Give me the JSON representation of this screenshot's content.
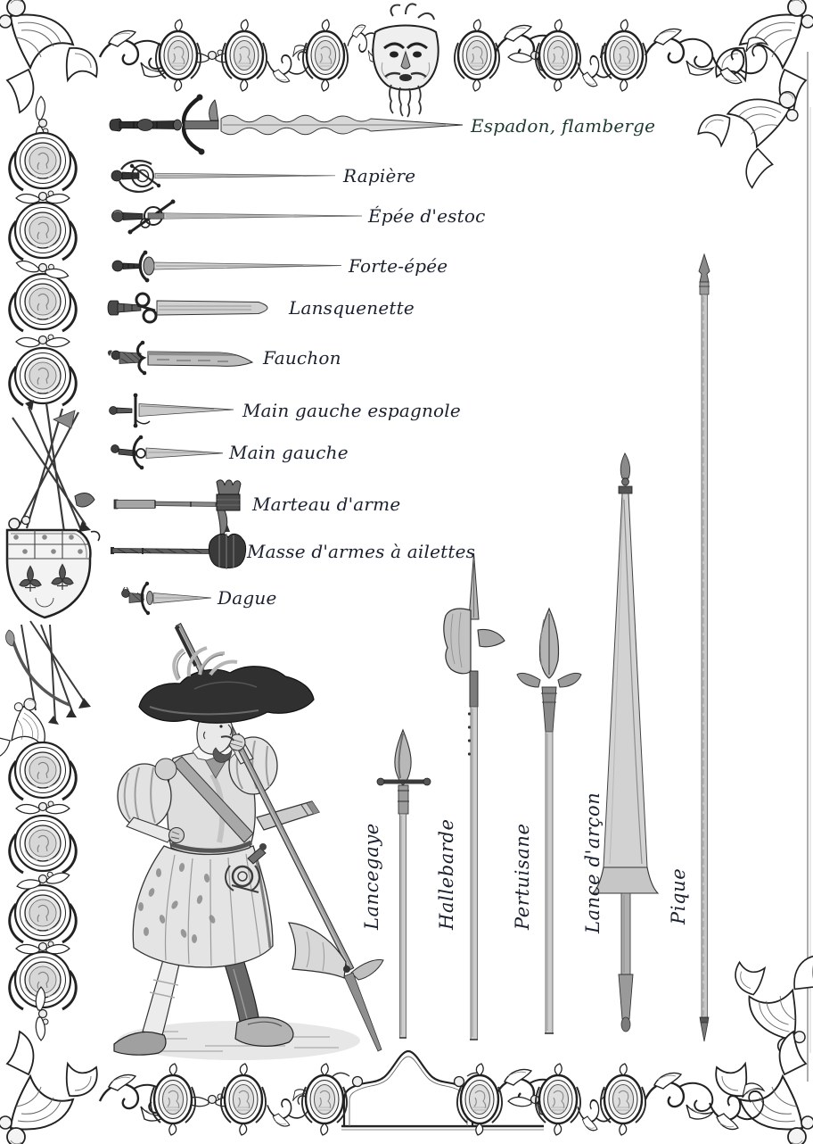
{
  "colors": {
    "paper": "#ffffff",
    "ink": "#222222",
    "label_ink": "#1c2130",
    "label_ink_accent": "#1e3b32",
    "steel_light": "#d6d6d6",
    "steel_dark": "#5a5a5a"
  },
  "plate": {
    "horizontal_weapons": [
      {
        "name": "espadon",
        "label": "Espadon, flamberge"
      },
      {
        "name": "rapiere",
        "label": "Rapière"
      },
      {
        "name": "epee-destoc",
        "label": "Épée d'estoc"
      },
      {
        "name": "forte-epee",
        "label": "Forte-épée"
      },
      {
        "name": "lansquenette",
        "label": "Lansquenette"
      },
      {
        "name": "fauchon",
        "label": "Fauchon"
      },
      {
        "name": "main-gauche-espagnole",
        "label": "Main gauche espagnole"
      },
      {
        "name": "main-gauche",
        "label": "Main gauche"
      },
      {
        "name": "marteau-darme",
        "label": "Marteau d'arme"
      },
      {
        "name": "masse-darmes",
        "label": "Masse d'armes à ailettes"
      },
      {
        "name": "dague",
        "label": "Dague"
      }
    ],
    "vertical_weapons": [
      {
        "name": "lancegaye",
        "label": "Lancegaye"
      },
      {
        "name": "hallebarde",
        "label": "Hallebarde"
      },
      {
        "name": "pertuisane",
        "label": "Pertuisane"
      },
      {
        "name": "lance-darcon",
        "label": "Lance d'arçon"
      },
      {
        "name": "pique",
        "label": "Pique"
      }
    ]
  }
}
